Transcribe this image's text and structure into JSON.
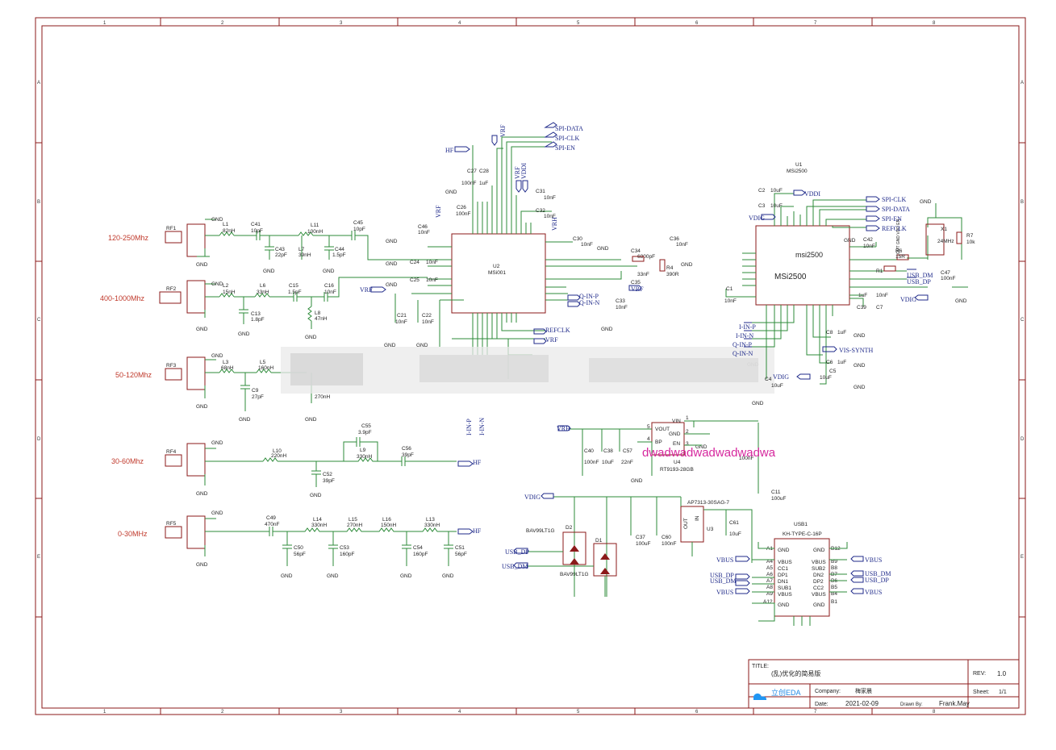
{
  "grid": {
    "cols": [
      "1",
      "2",
      "3",
      "4",
      "5",
      "6",
      "7",
      "8"
    ],
    "rows": [
      "A",
      "B",
      "C",
      "D",
      "E"
    ]
  },
  "bands": [
    "120-250Mhz",
    "400-1000Mhz",
    "50-120Mhz",
    "30-60Mhz",
    "0-30MHz"
  ],
  "rf_refs": [
    "RF1",
    "RF2",
    "RF3",
    "RF4",
    "RF5"
  ],
  "gnd": "GND",
  "ic": {
    "u2_ref": "U2",
    "u2_name": "MSi001",
    "u1_ref": "U1",
    "u1_sub": "MSi2500",
    "u1_name": "msi2500",
    "u1_name2": "MSi2500",
    "u4_ref": "U4",
    "u4_name": "RT9193-28GB",
    "u3_ref": "U3",
    "u3_name": "AP7313-30SAG-7",
    "usb_ref": "USB1",
    "usb_name": "KH-TYPE-C-16P",
    "x1_ref": "X1",
    "x1_freq": "24MHz"
  },
  "nets": {
    "spi_data": "SPI-DATA",
    "spi_clk": "SPI-CLK",
    "spi_en": "SPI-EN",
    "hf": "HF",
    "vrf": "VRF",
    "vddi": "VDDI",
    "vdig": "VDIG",
    "q_in_p": "Q-IN-P",
    "q_in_n": "Q-IN-N",
    "i_in_p": "I-IN-P",
    "i_in_n": "I-IN-N",
    "refclk": "REFCLK",
    "usb_dm": "USB_DM",
    "usb_dp": "USB_DP",
    "vbus": "VBUS",
    "vis_synth": "VIS-SYNTH",
    "vrh": "VRH"
  },
  "parts": {
    "l1": "L1",
    "l1v": "82nH",
    "c41": "C41",
    "c41v": "10pF",
    "c43": "C43",
    "c43v": "22pF",
    "l7": "L7",
    "l7v": "39nH",
    "l11": "L11",
    "l11v": "100nH",
    "c44": "C44",
    "c44v": "1.5pF",
    "c45": "C45",
    "c45v": "10pF",
    "l2": "L2",
    "l2v": "15nH",
    "l6": "L6",
    "l6v": "33nH",
    "c15": "C15",
    "c15v": "1.5pF",
    "c16": "C16",
    "c16v": "10nF",
    "c13": "C13",
    "c13v": "1.8pF",
    "l8": "L8",
    "l8v": "47nH",
    "l3": "L3",
    "l3v": "68nH",
    "l5": "L5",
    "l5v": "160nH",
    "c9": "C9",
    "c9v": "27pF",
    "l4v": "270nH",
    "l10": "L10",
    "l10v": "220nH",
    "c55": "C55",
    "c55v": "3.9pF",
    "l9": "L9",
    "l9v": "330nH",
    "c56": "C56",
    "c56v": "39pF",
    "c52": "C52",
    "c52v": "39pF",
    "c49": "C49",
    "c49v": "470nF",
    "l14": "L14",
    "l14v": "330nH",
    "l15": "L15",
    "l15v": "270nH",
    "l16": "L16",
    "l16v": "150nH",
    "l13": "L13",
    "l13v": "330nH",
    "c50": "C50",
    "c50v": "56pF",
    "c53": "C53",
    "c53v": "160pF",
    "c54": "C54",
    "c54v": "160pF",
    "c51": "C51",
    "c51v": "56pF",
    "c27": "C27",
    "c27v": "100nF",
    "c28": "C28",
    "c28v": "1uF",
    "c26": "C26",
    "c26v": "100nF",
    "c31": "C31",
    "c31v": "10nF",
    "c32": "C32",
    "c32v": "10nF",
    "c46": "C46",
    "c46v": "10nF",
    "c24": "C24",
    "c24v": "10nF",
    "c25": "C25",
    "c25v": "10nF",
    "c21": "C21",
    "c21v": "10nF",
    "c22": "C22",
    "c22v": "10nF",
    "c30": "C30",
    "c30v": "10nF",
    "c36": "C36",
    "c36v": "10nF",
    "c34": "C34",
    "c34v": "6800pF",
    "c35": "C35",
    "c35v": "33nF",
    "r4": "R4",
    "r4v": "390R",
    "c33": "C33",
    "c33v": "10nF",
    "c2": "C2",
    "c2v": "10uF",
    "c3": "C3",
    "c3v": "10uF",
    "c42": "C42",
    "c42v": "10nF",
    "r6": "R6",
    "r6v": "15R",
    "r1": "R1",
    "r7": "R7",
    "r7v": "10k",
    "c47": "C47",
    "c47v": "100nF",
    "c1": "C1",
    "c1v": "10nF",
    "c39": "C39",
    "c7": "C7",
    "c8": "C8",
    "c6": "C6",
    "c4": "C4",
    "c5": "C5",
    "c5v": "10uF",
    "cv1uf": "1uF",
    "cv10nf": "10nF",
    "c40": "C40",
    "c40v": "100nF",
    "c38": "C38",
    "c38v": "10uF",
    "c57": "C57",
    "c57v": "22nF",
    "c11": "C11",
    "c11v": "100uF",
    "c61": "C61",
    "c61v": "10uF",
    "c37": "C37",
    "c37v": "100uF",
    "c60": "C60",
    "c60v": "100nF",
    "d2": "D2",
    "d1": "D1",
    "bav": "BAV99LT1G",
    "vout": "VOUT",
    "vin": "VIN",
    "bp": "BP",
    "en": "EN",
    "out": "OUT",
    "in": "IN",
    "pin_gnd": "GND",
    "p5": "5",
    "p4": "4",
    "p1": "1",
    "p2": "2",
    "p3": "3",
    "x1_pins": "OUT GND VDD EN"
  },
  "usb_pins": {
    "left": [
      "A1",
      "A4",
      "A5",
      "A6",
      "A7",
      "A8",
      "A9",
      "A12"
    ],
    "left_names": [
      "GND",
      "VBUS",
      "CC1",
      "DP1",
      "DN1",
      "SUB1",
      "VBUS",
      "GND"
    ],
    "right": [
      "B12",
      "B9",
      "B8",
      "B7",
      "B6",
      "B5",
      "B4",
      "B1"
    ],
    "right_names": [
      "GND",
      "VBUS",
      "SUB2",
      "DN2",
      "DP2",
      "CC2",
      "VBUS",
      "GND"
    ]
  },
  "watermark": "dwadwadwadwadwadwa",
  "title_block": {
    "title_label": "TITLE:",
    "title": "(乱)优化的简易版",
    "rev_label": "REV:",
    "rev": "1.0",
    "company_label": "Company:",
    "company": "梅家晨",
    "sheet_label": "Sheet:",
    "sheet": "1/1",
    "date_label": "Date:",
    "date": "2021-02-09",
    "drawn_label": "Drawn By:",
    "drawn": "Frank.May",
    "logo": "立创EDA"
  },
  "colors": {
    "wire": "#2e8b3a",
    "border": "#8b1a1a",
    "net": "#1f2a8a",
    "band": "#c0392b",
    "watermark": "#d6289e"
  }
}
